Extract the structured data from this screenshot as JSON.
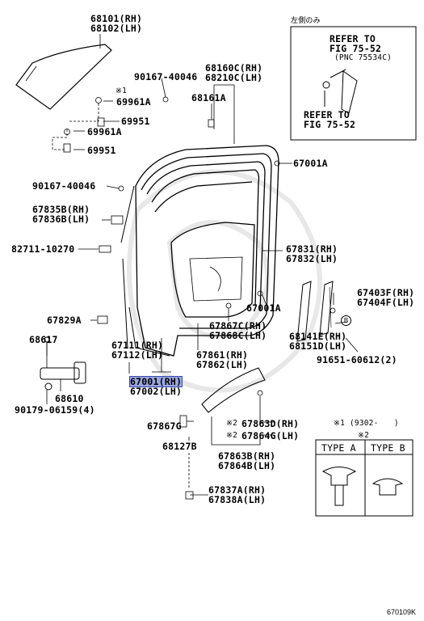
{
  "labels": {
    "p68101": "68101(RH)",
    "p68102": "68102(LH)",
    "p90167_a": "90167-40046",
    "p69961A_top": "69961A",
    "p69951_a": "69951",
    "p69961A_b": "69961A",
    "p69951_b": "69951",
    "p68160C": "68160C(RH)",
    "p68210C": "68210C(LH)",
    "p68161A": "68161A",
    "p67001A_r": "67001A",
    "p90167_b": "90167-40046",
    "p67835B": "67835B(RH)",
    "p67836B": "67836B(LH)",
    "p82711": "82711-10270",
    "p67831": "67831(RH)",
    "p67832": "67832(LH)",
    "p67001A_m": "67001A",
    "p67403F": "67403F(RH)",
    "p67404F": "67404F(LH)",
    "p67829A": "67829A",
    "p67867C": "67867C(RH)",
    "p67868C": "67868C(LH)",
    "p68617": "68617",
    "p67111": "67111(RH)",
    "p67112": "67112(LH)",
    "p67861": "67861(RH)",
    "p67862": "67862(LH)",
    "p68141E": "68141E(RH)",
    "p68151D": "68151D(LH)",
    "p91651": "91651-60612(2)",
    "p67001": "67001(RH)",
    "p67002": "67002(LH)",
    "p68610": "68610",
    "p90179": "90179-06159(4)",
    "p67867G": "67867G",
    "p67863D": "67863D(RH)",
    "p67864G": "67864G(LH)",
    "p68127B": "68127B",
    "p67863B": "67863B(RH)",
    "p67864B": "67864B(LH)",
    "p67837A": "67837A(RH)",
    "p67838A": "67838A(LH)"
  },
  "marks": {
    "note1": "※1",
    "note2_a": "※2",
    "note2_b": "※2",
    "b_marker": "B"
  },
  "inset": {
    "header": "左側のみ",
    "refer1_line1": "REFER TO",
    "refer1_line2": "FIG 75-52",
    "refer1_line3": "(PNC 75534C)",
    "refer2_line1": "REFER TO",
    "refer2_line2": "FIG 75-52"
  },
  "legend": {
    "note1_text": "※1 (9302-　　)",
    "note2_text": "※2",
    "type_a": "TYPE A",
    "type_b": "TYPE B"
  },
  "catalog_number": "670109K",
  "highlight_color": "#9aa6e0"
}
